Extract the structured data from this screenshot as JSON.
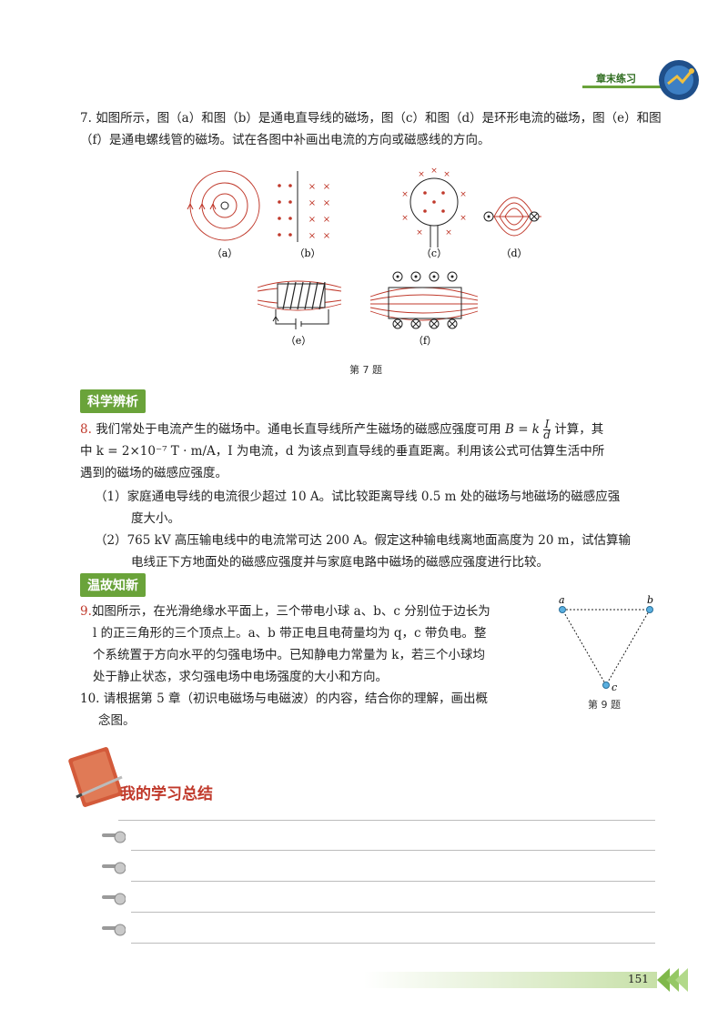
{
  "header": {
    "tag": "章末练习"
  },
  "q7": {
    "number": "7.",
    "text": "如图所示，图（a）和图（b）是通电直导线的磁场，图（c）和图（d）是环形电流的磁场，图（e）和图（f）是通电螺线管的磁场。试在各图中补画出电流的方向或磁感线的方向。",
    "figs": {
      "a": "（a）",
      "b": "（b）",
      "c": "（c）",
      "d": "（d）",
      "e": "（e）",
      "f": "（f）"
    },
    "caption": "第 7 题"
  },
  "section1": {
    "title": "科学辨析"
  },
  "q8": {
    "number": "8.",
    "line1_a": "我们常处于电流产生的磁场中。通电长直导线所产生磁场的磁感应强度可用",
    "formula_lhs": "B = k",
    "frac_num": "I",
    "frac_den": "d",
    "line1_b": "计算，其",
    "line2": "中 k = 2×10⁻⁷ T · m/A，I 为电流，d 为该点到直导线的垂直距离。利用该公式可估算生活中所",
    "line3": "遇到的磁场的磁感应强度。",
    "sub1_label": "（1）",
    "sub1_a": "家庭通电导线的电流很少超过 10 A。试比较距离导线 0.5 m 处的磁场与地磁场的磁感应强",
    "sub1_b": "度大小。",
    "sub2_label": "（2）",
    "sub2_a": "765 kV 高压输电线中的电流常可达 200 A。假定这种输电线离地面高度为 20 m，试估算输",
    "sub2_b": "电线正下方地面处的磁感应强度并与家庭电路中磁场的磁感应强度进行比较。"
  },
  "section2": {
    "title": "温故知新"
  },
  "q9": {
    "number": "9.",
    "lines": [
      "如图所示，在光滑绝缘水平面上，三个带电小球 a、b、c 分别位于边长为",
      "l 的正三角形的三个顶点上。a、b 带正电且电荷量均为 q，c 带负电。整",
      "个系统置于方向水平的匀强电场中。已知静电力常量为 k，若三个小球均",
      "处于静止状态，求匀强电场中电场强度的大小和方向。"
    ],
    "fig_labels": {
      "a": "a",
      "b": "b",
      "c": "c"
    },
    "caption": "第 9 题"
  },
  "q10": {
    "number": "10.",
    "line1": "请根据第 5 章（初识电磁场与电磁波）的内容，结合你的理解，画出概",
    "line2": "念图。"
  },
  "summary": {
    "title": "我的学习总结"
  },
  "footer": {
    "page_number": "151"
  },
  "colors": {
    "accent_green": "#6aa33a",
    "accent_red": "#c0392b"
  }
}
